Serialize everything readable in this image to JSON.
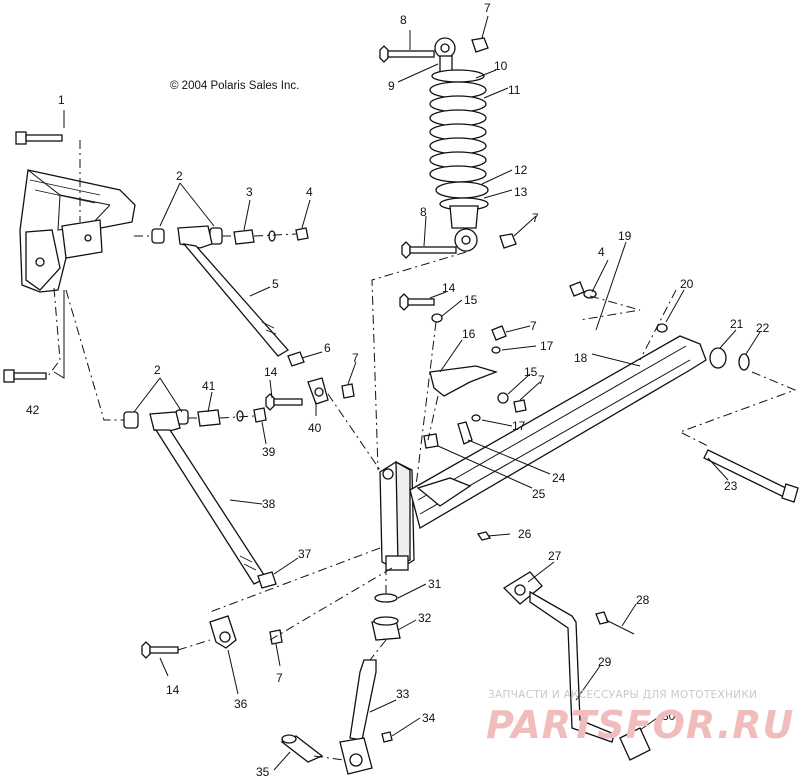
{
  "copyright": "© 2004 Polaris Sales Inc.",
  "watermark": {
    "subtitle": "ЗАПЧАСТИ И АКСЕССУАРЫ ДЛЯ МОТОТЕХНИКИ",
    "logo_text": "PARTSFOR.RU"
  },
  "callouts": [
    "1",
    "2",
    "2",
    "3",
    "4",
    "4",
    "5",
    "6",
    "7",
    "7",
    "7",
    "7",
    "7",
    "7",
    "8",
    "8",
    "9",
    "10",
    "11",
    "12",
    "13",
    "14",
    "14",
    "14",
    "15",
    "15",
    "16",
    "17",
    "17",
    "18",
    "19",
    "20",
    "21",
    "22",
    "23",
    "24",
    "25",
    "26",
    "27",
    "28",
    "29",
    "30",
    "31",
    "32",
    "33",
    "34",
    "35",
    "36",
    "37",
    "38",
    "39",
    "40",
    "41",
    "42"
  ]
}
